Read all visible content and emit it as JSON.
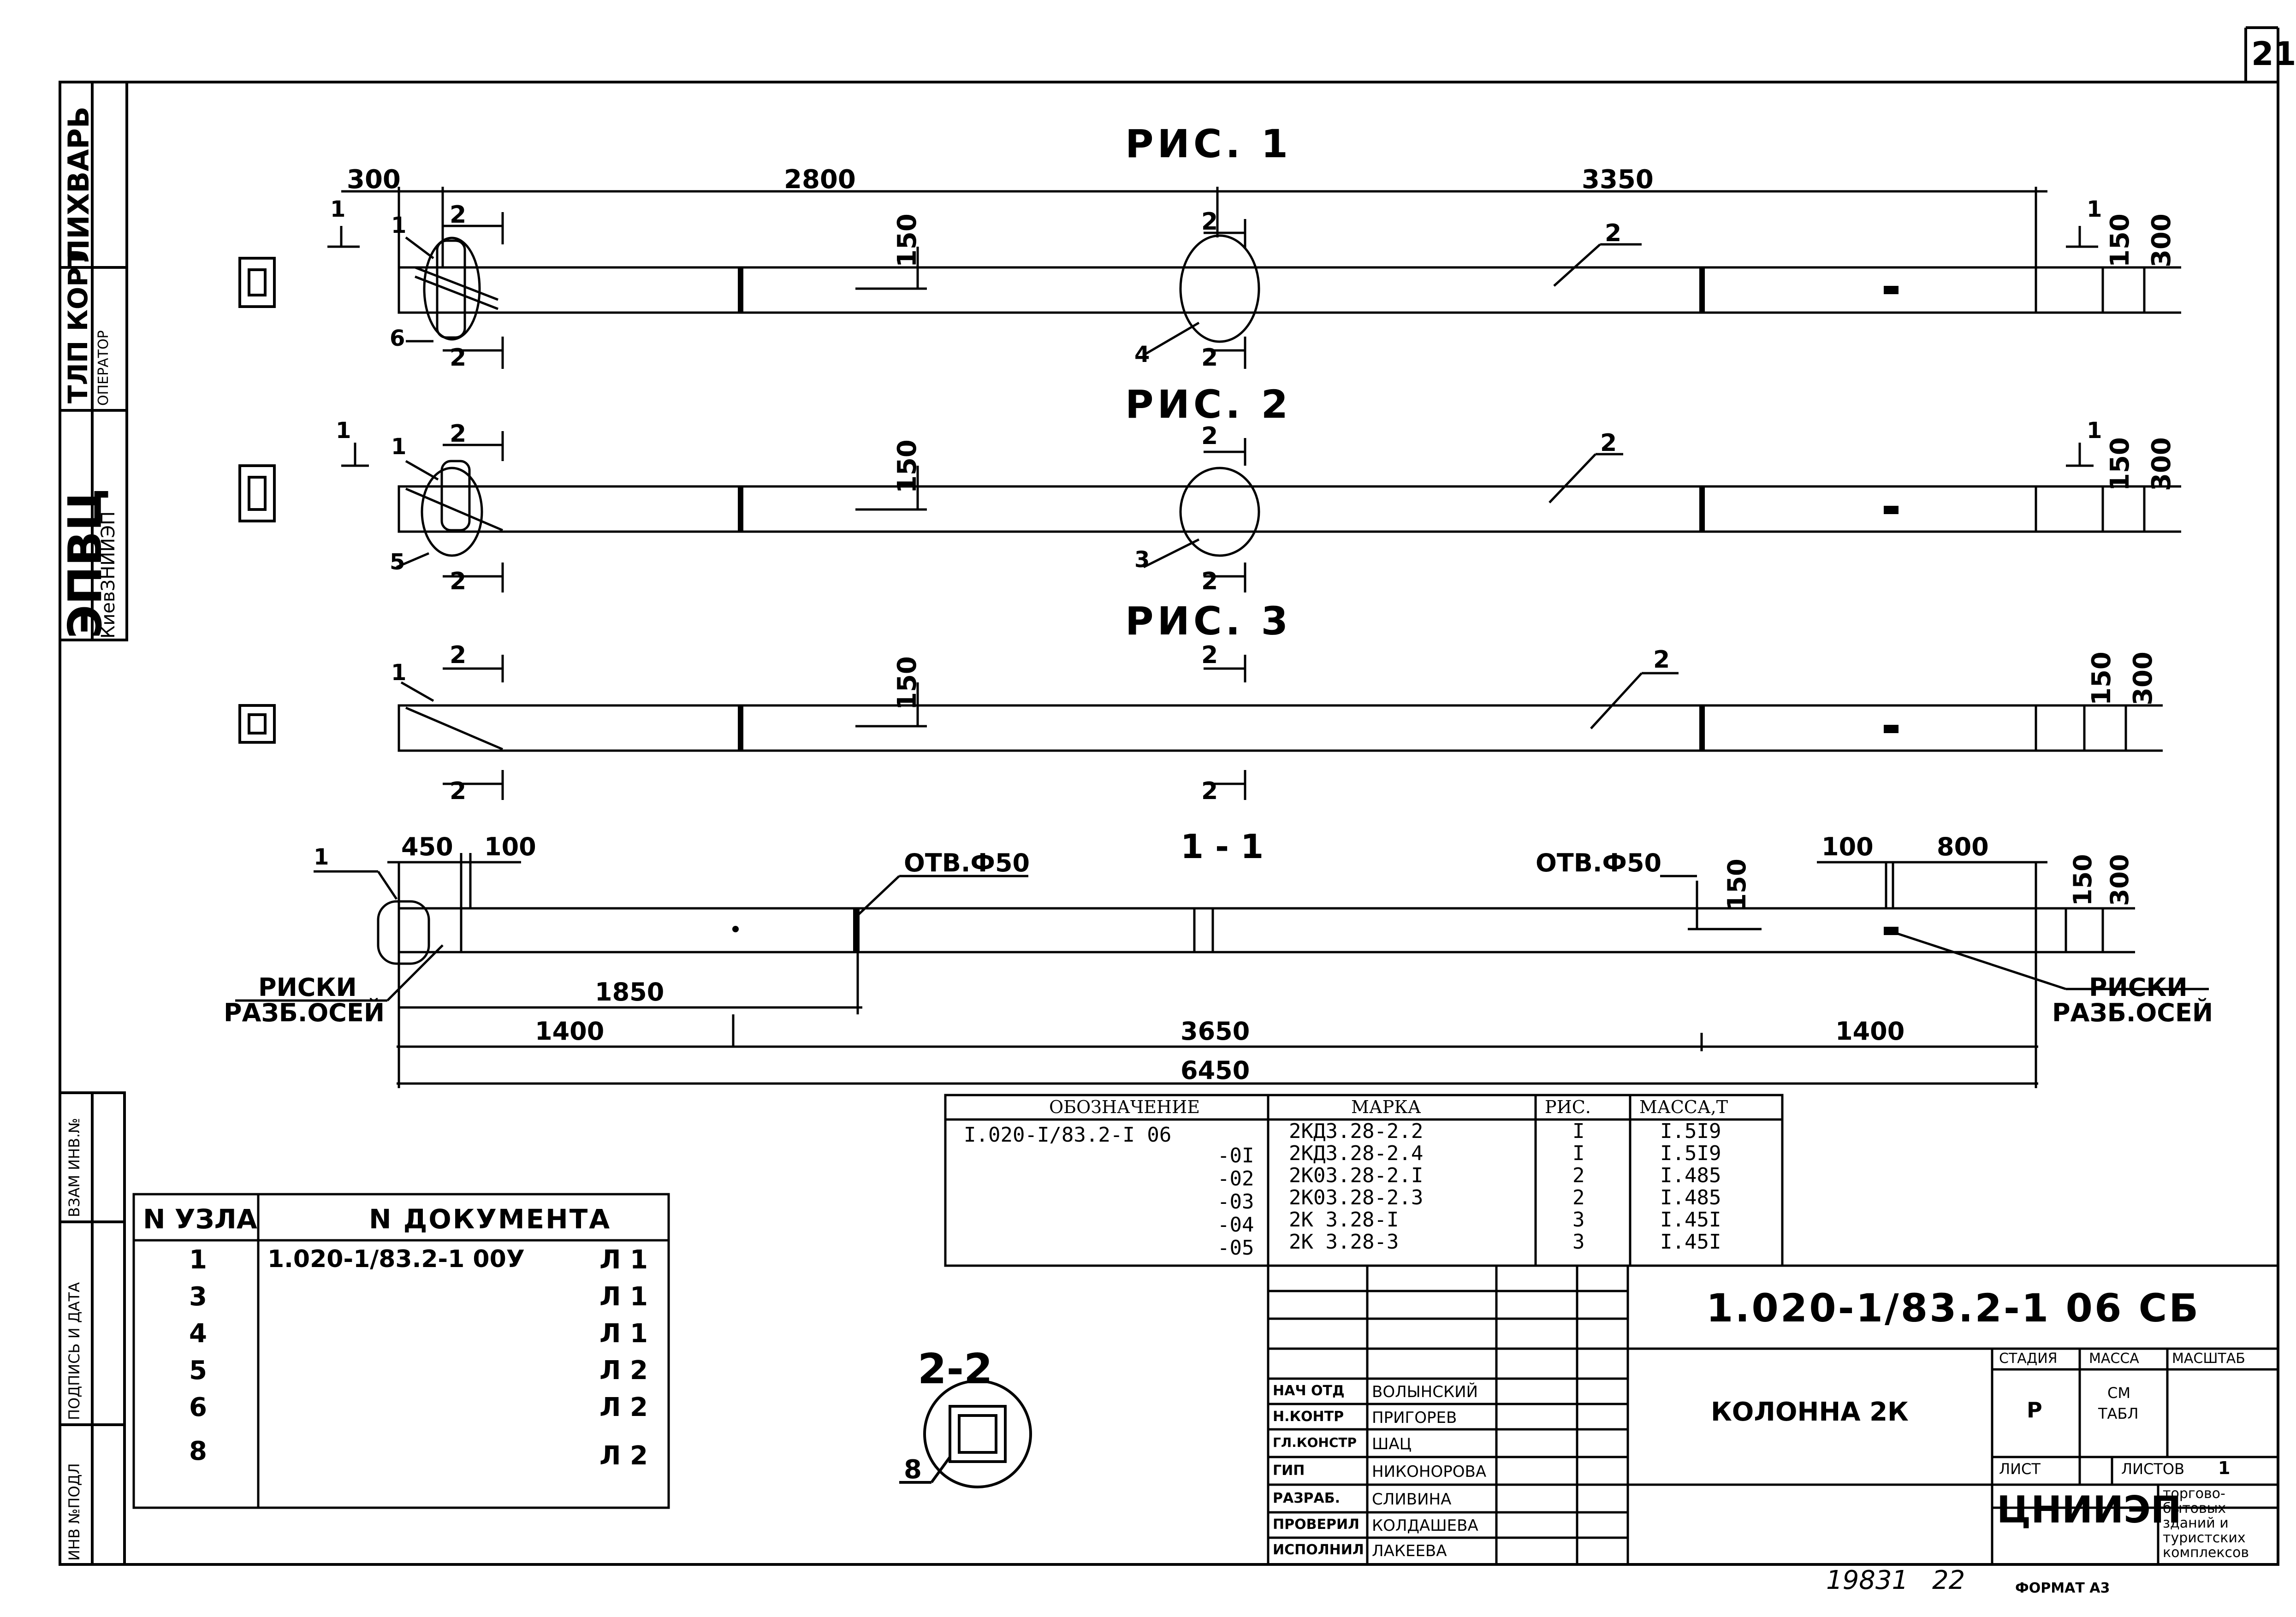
{
  "sheet_number": "21",
  "figures": {
    "fig1_title": "РИС. 1",
    "fig2_title": "РИС. 2",
    "fig3_title": "РИС. 3",
    "section_title": "1 - 1",
    "section22_title": "2-2",
    "section22_callout": "8"
  },
  "dimensions": {
    "d300": "300",
    "d2800": "2800",
    "d3350": "3350",
    "d150": "150",
    "d300v": "300",
    "d450": "450",
    "d100": "100",
    "d800": "800",
    "d1850": "1850",
    "d1400a": "1400",
    "d3650": "3650",
    "d1400b": "1400",
    "d6450": "6450"
  },
  "labels": {
    "hole_left": "ОТВ.Ф50",
    "hole_right": "ОТВ.Ф50",
    "marks_left_1": "РИСКИ",
    "marks_left_2": "РАЗБ.ОСЕЙ",
    "marks_right_1": "РИСКИ",
    "marks_right_2": "РАЗБ.ОСЕЙ",
    "section_mark": "1",
    "cut_mark": "2",
    "c1": "1",
    "c2": "2",
    "c3": "3",
    "c4": "4",
    "c5": "5",
    "c6": "6"
  },
  "marks_table": {
    "headers": [
      "ОБОЗНАЧЕНИЕ",
      "МАРКА",
      "РИС.",
      "МАССА,Т"
    ],
    "rows": [
      {
        "designation": "I.020-I/83.2-I 06",
        "mark": "2КД3.28-2.2",
        "fig": "I",
        "mass": "I.5I9"
      },
      {
        "designation": "-0I",
        "mark": "2КД3.28-2.4",
        "fig": "I",
        "mass": "I.5I9"
      },
      {
        "designation": "-02",
        "mark": "2К03.28-2.I",
        "fig": "2",
        "mass": "I.485"
      },
      {
        "designation": "-03",
        "mark": "2К03.28-2.3",
        "fig": "2",
        "mass": "I.485"
      },
      {
        "designation": "-04",
        "mark": "2К 3.28-I",
        "fig": "3",
        "mass": "I.45I"
      },
      {
        "designation": "-05",
        "mark": "2К 3.28-3",
        "fig": "3",
        "mass": "I.45I"
      }
    ]
  },
  "nodes_table": {
    "headers": [
      "N УЗЛА",
      "N ДОКУМЕНТА"
    ],
    "document": "1.020-1/83.2-1 00У",
    "rows": [
      {
        "node": "1",
        "sheet": "Л 1"
      },
      {
        "node": "3",
        "sheet": "Л 1"
      },
      {
        "node": "4",
        "sheet": "Л 1"
      },
      {
        "node": "5",
        "sheet": "Л 2"
      },
      {
        "node": "6",
        "sheet": "Л 2"
      },
      {
        "node": "8",
        "sheet": "Л 2"
      }
    ]
  },
  "title_block": {
    "code": "1.020-1/83.2-1 06 СБ",
    "name": "КОЛОННА 2К",
    "stage_label": "СТАДИЯ",
    "mass_label": "МАССА",
    "scale_label": "МАСШТАБ",
    "stage_value": "Р",
    "mass_value_1": "СМ",
    "mass_value_2": "ТАБЛ",
    "sheet_label": "ЛИСТ",
    "sheets_label": "ЛИСТОВ",
    "sheets_value": "1",
    "org": "ЦНИИЭП",
    "org_desc": [
      "торгово-",
      "бытовых",
      "зданий и",
      "туристских",
      "комплексов"
    ],
    "signers": [
      {
        "role": "НАЧ ОТД",
        "name": "ВОЛЫНСКИЙ"
      },
      {
        "role": "Н.КОНТР",
        "name": "ПРИГОРЕВ"
      },
      {
        "role": "ГЛ.КОНСТР",
        "name": "ШАЦ"
      },
      {
        "role": "ГИП",
        "name": "НИКОНОРОВА"
      },
      {
        "role": "РАЗРАБ.",
        "name": "СЛИВИНА"
      },
      {
        "role": "ПРОВЕРИЛ",
        "name": "КОЛДАШЕВА"
      },
      {
        "role": "ИСПОЛНИЛ",
        "name": "ЛАКЕЕВА"
      }
    ]
  },
  "left_stamp": {
    "operator_label": "ОПЕРАТОР",
    "operator_value": "ТЛП КОРТ",
    "name": "ЛИХВАРЬ",
    "org_big": "ЭПВЦ",
    "org_small": "КиевЗНИИЭП",
    "inv_label": "ВЗАМ ИНВ.№",
    "date_label": "ПОДПИСЬ И ДАТА",
    "orig_label": "ИНВ №ПОДЛ"
  },
  "footer": {
    "number": "19831",
    "number2": "22",
    "format": "ФОРМАТ А3"
  }
}
